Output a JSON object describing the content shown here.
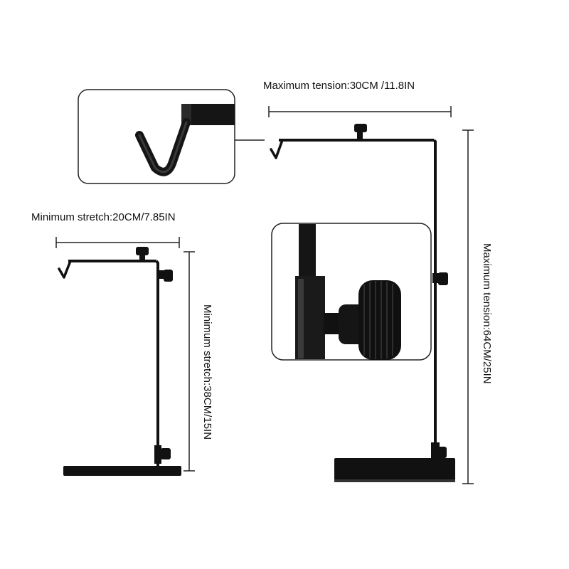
{
  "labels": {
    "max_horizontal": "Maximum tension:30CM /11.8IN",
    "min_horizontal": "Minimum stretch:20CM/7.85IN",
    "max_vertical": "Maximum tension:64CM/25IN",
    "min_vertical": "Minimum stretch:38CM/15IN"
  },
  "colors": {
    "metal": "#111111",
    "line": "#222222",
    "frame": "#333333"
  }
}
